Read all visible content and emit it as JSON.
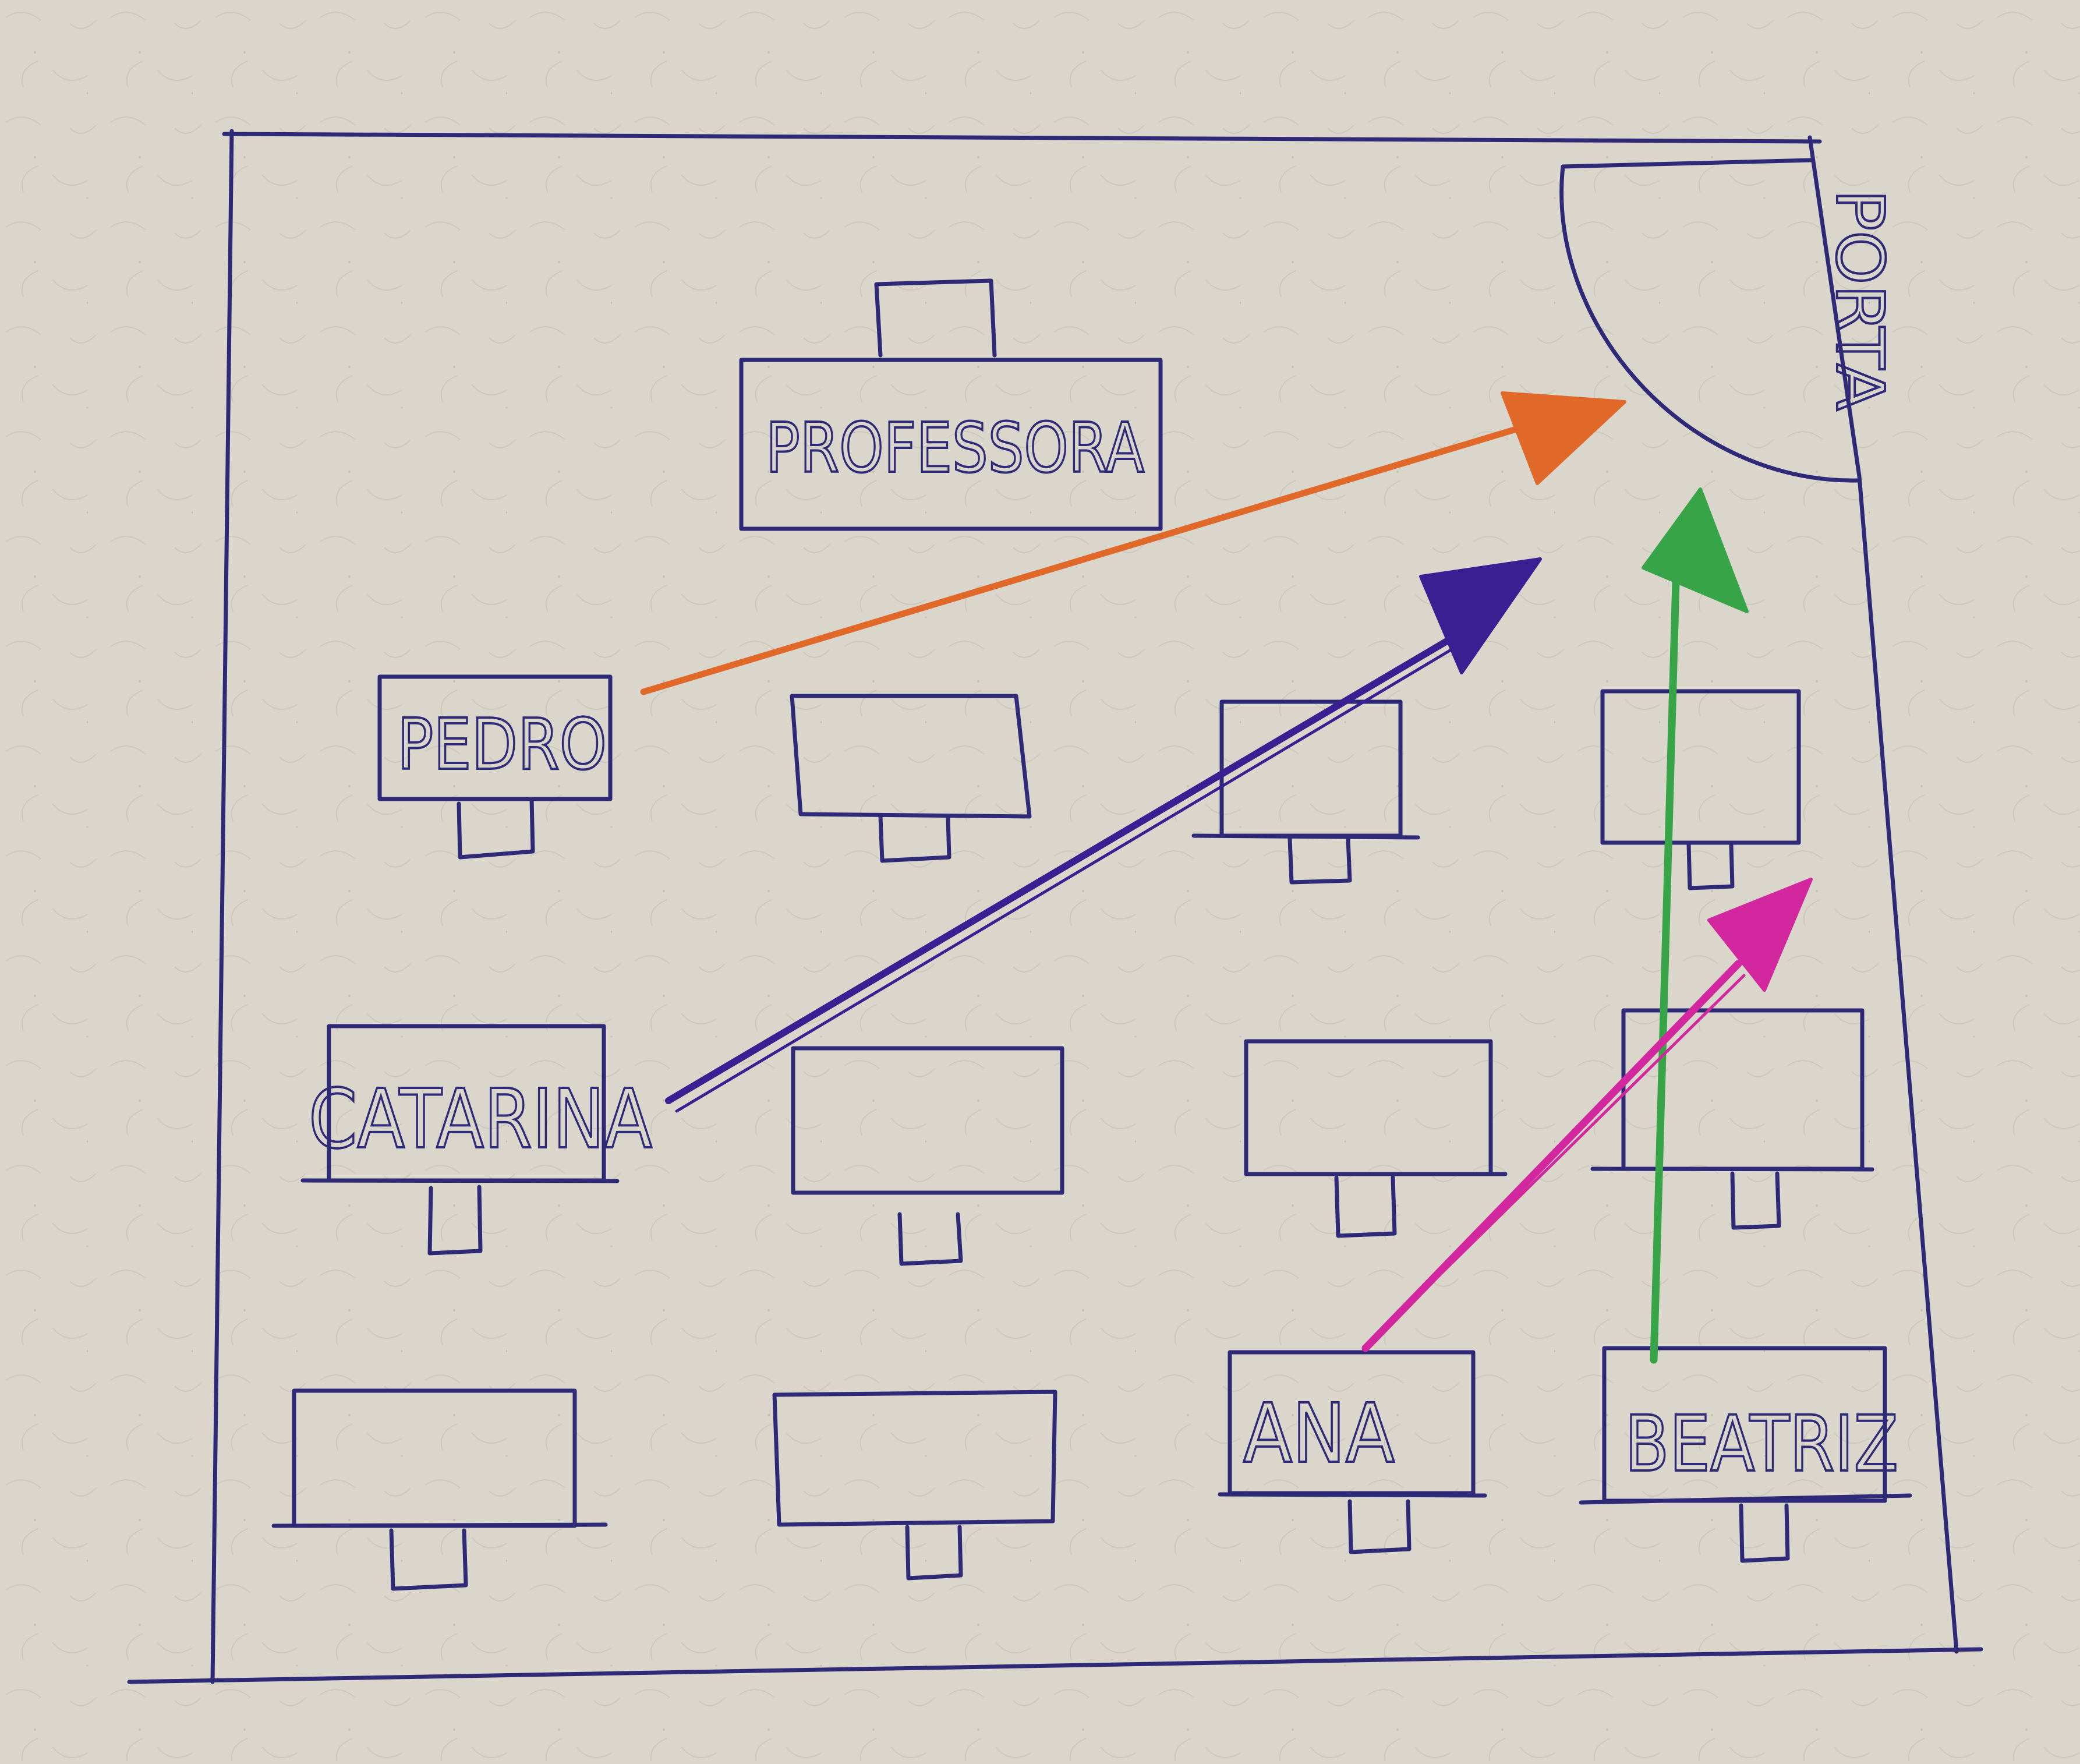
{
  "colors": {
    "paper": "#dad6cb",
    "ink": "#2f2a78",
    "orange": "#e0692a",
    "purple": "#3a1f93",
    "green": "#37a447",
    "magenta": "#d2279f"
  },
  "labels": {
    "teacher": "PROFESSORA",
    "door": "PORTA",
    "pedro": "PEDRO",
    "catarina": "CATARINA",
    "ana": "ANA",
    "beatriz": "BEATRIZ"
  },
  "arrows": [
    {
      "from": "PEDRO",
      "to": "PORTA",
      "color": "orange"
    },
    {
      "from": "CATARINA",
      "to": "PORTA",
      "color": "purple"
    },
    {
      "from": "BEATRIZ",
      "to": "PORTA",
      "color": "green"
    },
    {
      "from": "ANA",
      "to": "PORTA",
      "color": "magenta"
    }
  ]
}
